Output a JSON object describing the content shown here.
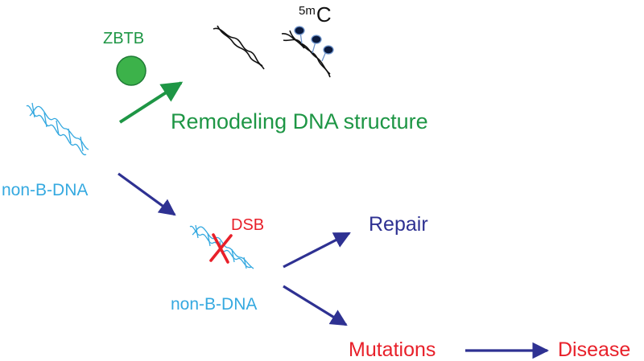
{
  "colors": {
    "green": "#1e9645",
    "circle_fill": "#3cb24a",
    "blue_dna": "#35a9e0",
    "navy": "#2e3192",
    "red": "#e8202a",
    "black": "#111111",
    "node_fill": "#0b1a3e",
    "node_stroke": "#6f95cc"
  },
  "labels": {
    "zbtb": "ZBTB",
    "methyl_superscript": "5m",
    "methyl_letter": "C",
    "remodeling": "Remodeling DNA structure",
    "non_b_dna_top": "non-B-DNA",
    "dsb": "DSB",
    "repair": "Repair",
    "non_b_dna_bottom": "non-B-DNA",
    "mutations": "Mutations",
    "disease": "Disease"
  },
  "icons": {
    "zbtb_protein": "green-circle-icon",
    "dna_plain": "dna-helix-icon",
    "dna_methylated": "methylated-dna-icon",
    "dna_break": "red-x-cross-icon"
  }
}
